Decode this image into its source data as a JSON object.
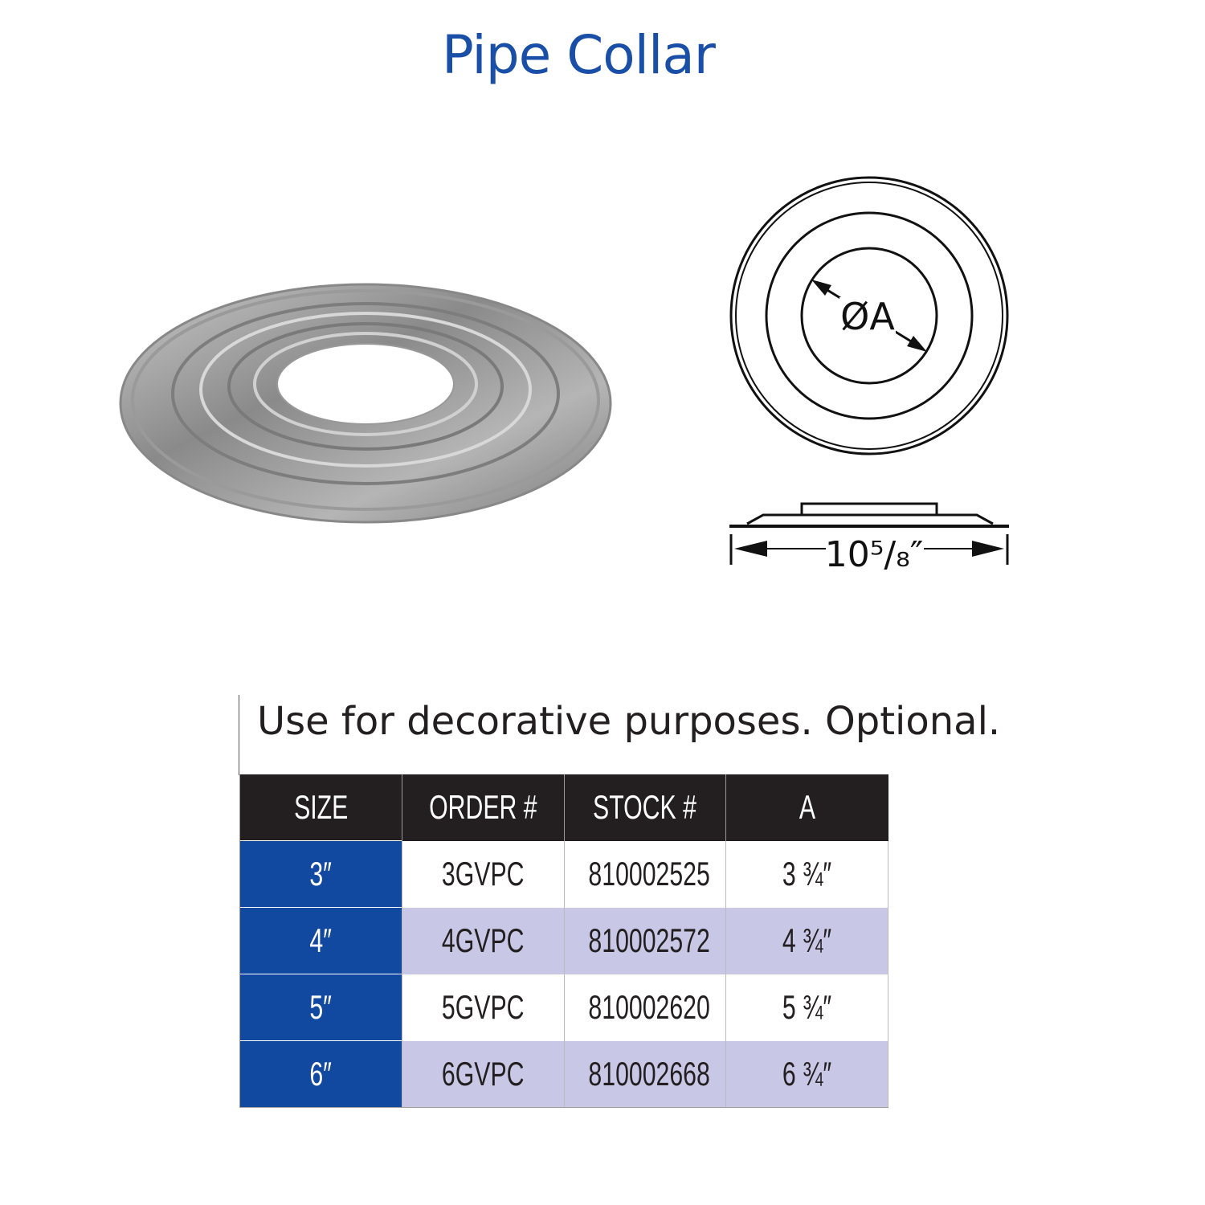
{
  "title": "Pipe Collar",
  "drawing": {
    "diameter_label": "ØA",
    "width_label": "10⁵/₈″"
  },
  "note": "Use for decorative purposes. Optional.",
  "table": {
    "headers": [
      "SIZE",
      "ORDER #",
      "STOCK #",
      "A"
    ],
    "rows": [
      [
        "3″",
        "3GVPC",
        "810002525",
        "3 ¾″"
      ],
      [
        "4″",
        "4GVPC",
        "810002572",
        "4 ¾″"
      ],
      [
        "5″",
        "5GVPC",
        "810002620",
        "5 ¾″"
      ],
      [
        "6″",
        "6GVPC",
        "810002668",
        "6 ¾″"
      ]
    ]
  },
  "colors": {
    "title": "#1a4fa8",
    "size_cell": "#1249a0",
    "alt_row": "#c8c8e6",
    "header": "#231f20"
  }
}
